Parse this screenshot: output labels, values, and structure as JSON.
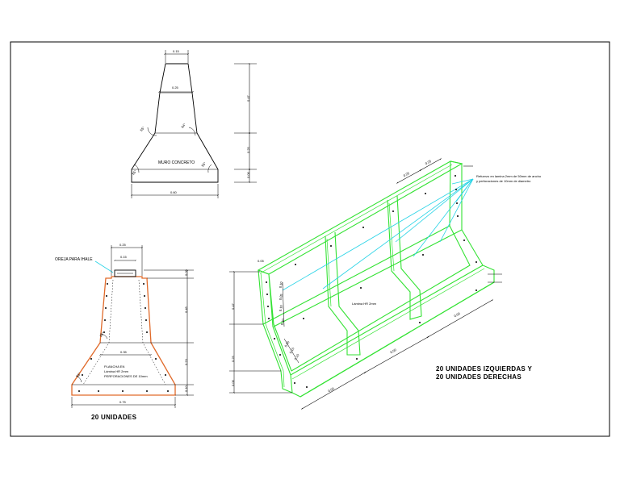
{
  "left_top": {
    "dim_top": "0.15",
    "dim_mid": "0.25",
    "dim_right_upper": "0.47",
    "dim_right_mid": "0.25",
    "dim_right_low": "0.06",
    "dim_bottom": "0.60",
    "angle_left": "55°",
    "angle_right": "84°",
    "angle_bl": "55°",
    "angle_br": "55°",
    "label": "MURO CONCRETO"
  },
  "left_bottom": {
    "dim_top": "0.25",
    "dim_inner_top": "0.15",
    "dim_right_top": "0.05",
    "dim_right_upper": "0.45",
    "dim_right_mid": "0.23",
    "dim_right_low": "0.10",
    "dim_mid": "0.35",
    "dim_bottom": "0.75",
    "angle_mid": "84°",
    "angle_low": "55°",
    "oreja_label": "OREJA PARA IHALE",
    "plancha_line1": "PLANCHA EN",
    "plancha_line2": "Lámina HR 2mm",
    "plancha_line3": "PERFORACIONES DE 10mm",
    "caption": "20 UNIDADES"
  },
  "iso": {
    "note_line1": "Refuerzo en lamina 2mm de 50mm de ancho",
    "note_line2": "y perforaciones de 10mm de diametro",
    "lamina": "Lámina HR 2mm",
    "dim_top_a": "0.25",
    "dim_top_b": "0.25",
    "dim_left_top": "0.05",
    "dim_left_upper": "0.47",
    "dim_left_mid": "0.25",
    "dim_left_low": "0.06",
    "dim_inner_1": "0.10",
    "dim_inner_2": "0.05",
    "dim_inner_3": "0.10",
    "dim_inner_4": "0.10",
    "dim_inner_5": "0.05",
    "dim_inner_6": "0.10",
    "dim_inner_7": "0.10",
    "dim_len_1": "0.50",
    "dim_len_2": "0.50",
    "dim_len_3": "0.50",
    "caption_line1": "20 UNIDADES IZQUIERDAS Y",
    "caption_line2": "20 UNIDADES DERECHAS"
  }
}
